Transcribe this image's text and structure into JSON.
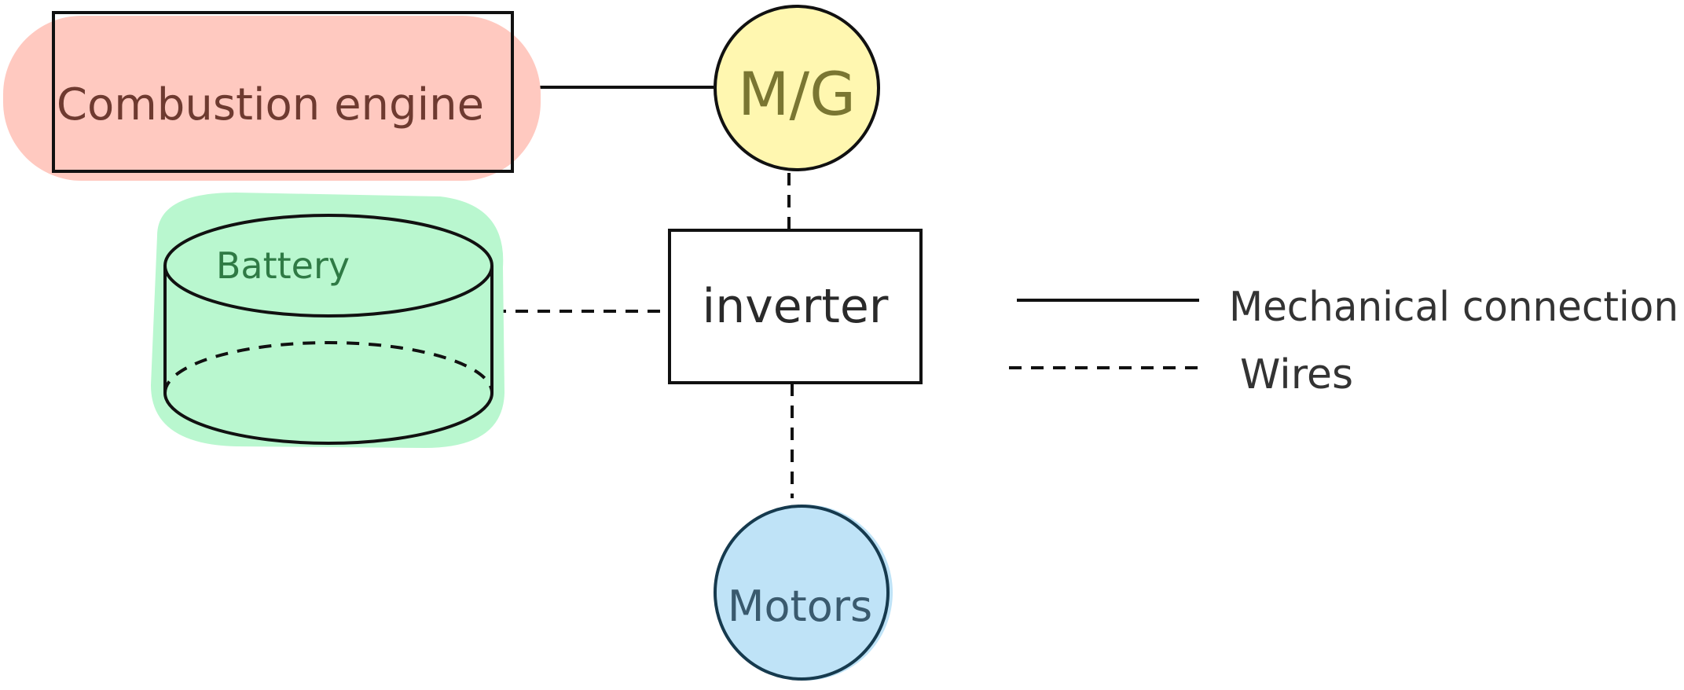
{
  "nodes": {
    "engine": {
      "label": "Combustion engine",
      "fill": "#ffc9c0",
      "text_color": "#6e3a30"
    },
    "mg": {
      "label": "M/G",
      "fill": "#fff7b0",
      "text_color": "#7a7632"
    },
    "battery": {
      "label": "Battery",
      "fill": "#b9f7cf",
      "text_color": "#2f7a45"
    },
    "inverter": {
      "label": "inverter",
      "fill": "#ffffff",
      "text_color": "#2a2a2a"
    },
    "motors": {
      "label": "Motors",
      "fill": "#bfe3f7",
      "text_color": "#3a5a6e"
    }
  },
  "edges": [
    {
      "from": "engine",
      "to": "mg",
      "kind": "mechanical"
    },
    {
      "from": "mg",
      "to": "inverter",
      "kind": "wire"
    },
    {
      "from": "battery",
      "to": "inverter",
      "kind": "wire"
    },
    {
      "from": "inverter",
      "to": "motors",
      "kind": "wire"
    }
  ],
  "legend": {
    "mechanical": "Mechanical connection",
    "wires": "Wires"
  },
  "colors": {
    "stroke": "#111111",
    "legend_text": "#333333"
  }
}
